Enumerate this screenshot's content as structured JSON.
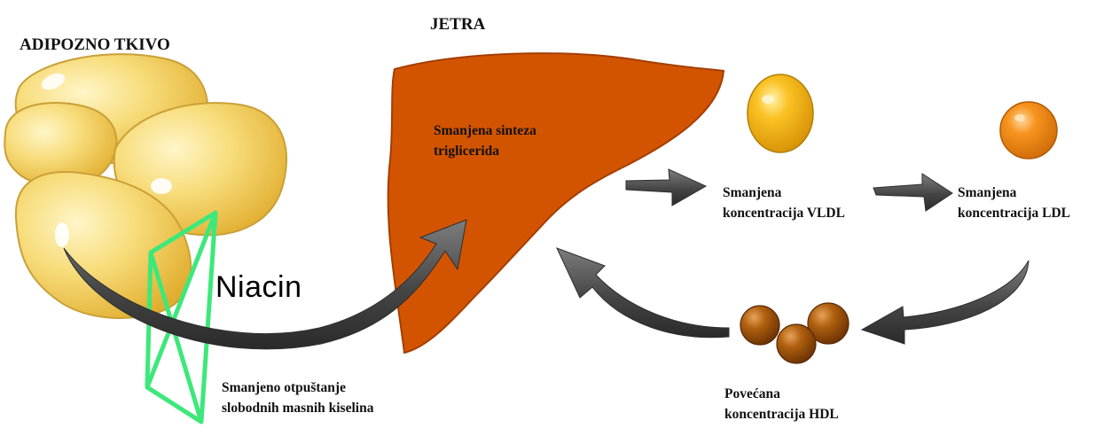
{
  "labels": {
    "adipose": "ADIPOZNO TKIVO",
    "liver": "JETRA",
    "drug": "Niacin",
    "liver_effect": [
      "Smanjena sinteza",
      "triglicerida"
    ],
    "ffa_effect": [
      "Smanjeno otpuštanje",
      "slobodnih masnih kiselina"
    ],
    "vldl_effect": [
      "Smanjena",
      "koncentracija VLDL"
    ],
    "ldl_effect": [
      "Smanjena",
      "koncentracija LDL"
    ],
    "hdl_effect": [
      "Povećana",
      "koncentracija HDL"
    ]
  },
  "colors": {
    "adipose_fill": "#f2cc5c",
    "liver_fill": "#d35400",
    "vldl_fill": "#f1b416",
    "ldl_fill": "#f28c1e",
    "hdl_fill": "#a0520c",
    "arrow": "#4a4a4a",
    "block_symbol": "#3de87a"
  }
}
